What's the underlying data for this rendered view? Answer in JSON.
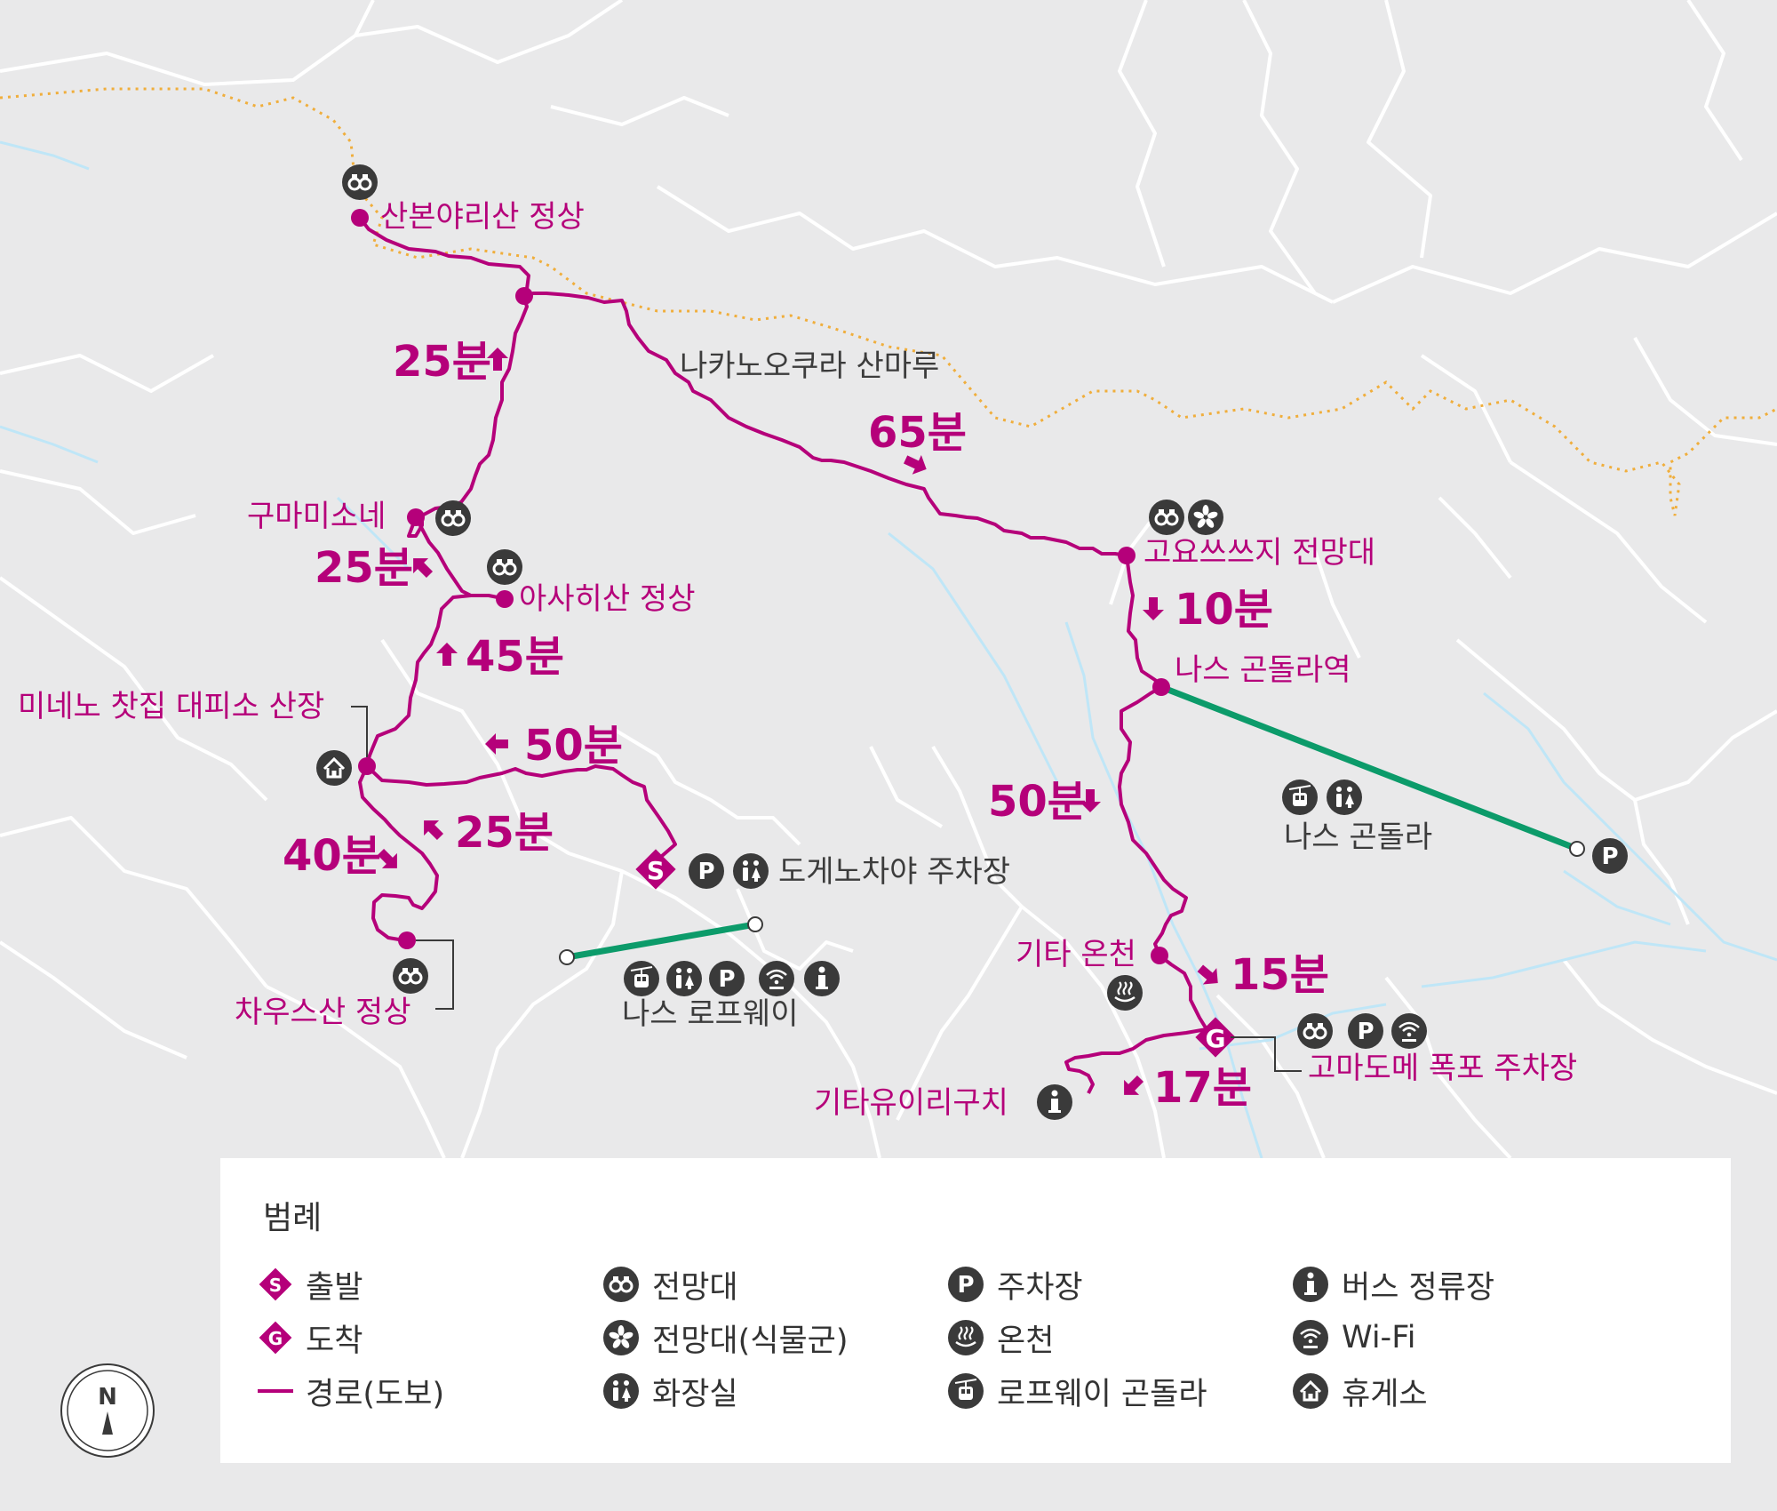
{
  "colors": {
    "route": "#b5007a",
    "ropeway": "#0c9b6a",
    "icon": "#3a3a3a",
    "land": "#e9e9ea",
    "roads": "#ffffff",
    "rivers": "#bfe6f7",
    "border": "#f0ae3c"
  },
  "places": {
    "sanbon": "산본야리산 정상",
    "nakanookura": "나카노오쿠라 산마루",
    "kumami": "구마미소네",
    "asahi": "아사히산 정상",
    "mineno": "미네노 찻집 대피소 산장",
    "chausu": "차우스산 정상",
    "dogeno": "도게노차야 주차장",
    "nasu_ropeway": "나스 로프웨이",
    "koyo": "고요쓰쓰지 전망대",
    "nasu_station": "나스 곤돌라역",
    "nasu_gondola": "나스 곤돌라",
    "kita_onsen": "기타 온천",
    "komadome": "고마도메 폭포 주차장",
    "kitayuiri": "기타유이리구치"
  },
  "times": {
    "t25_top": "25분",
    "t65": "65분",
    "t25_kumami": "25분",
    "t45": "45분",
    "t50_left": "50분",
    "t25_mid": "25분",
    "t40": "40분",
    "t10": "10분",
    "t50_right": "50분",
    "t15": "15분",
    "t17": "17분"
  },
  "markers": {
    "start": "S",
    "goal": "G",
    "parking": "P",
    "north": "N"
  },
  "legend": {
    "title": "범례",
    "items": [
      {
        "icon": "start-icon",
        "label": "출발"
      },
      {
        "icon": "goal-icon",
        "label": "도착"
      },
      {
        "icon": "route-line",
        "label": "경로(도보)"
      },
      {
        "icon": "binoculars-icon",
        "label": "전망대"
      },
      {
        "icon": "flower-icon",
        "label": "전망대(식물군)"
      },
      {
        "icon": "toilet-icon",
        "label": "화장실"
      },
      {
        "icon": "parking-icon",
        "label": "주차장"
      },
      {
        "icon": "hotspring-icon",
        "label": "온천"
      },
      {
        "icon": "gondola-icon",
        "label": "로프웨이 곤돌라"
      },
      {
        "icon": "bus-stop-icon",
        "label": "버스 정류장"
      },
      {
        "icon": "wifi-icon",
        "label": "Wi-Fi"
      },
      {
        "icon": "rest-house-icon",
        "label": "휴게소"
      }
    ]
  }
}
